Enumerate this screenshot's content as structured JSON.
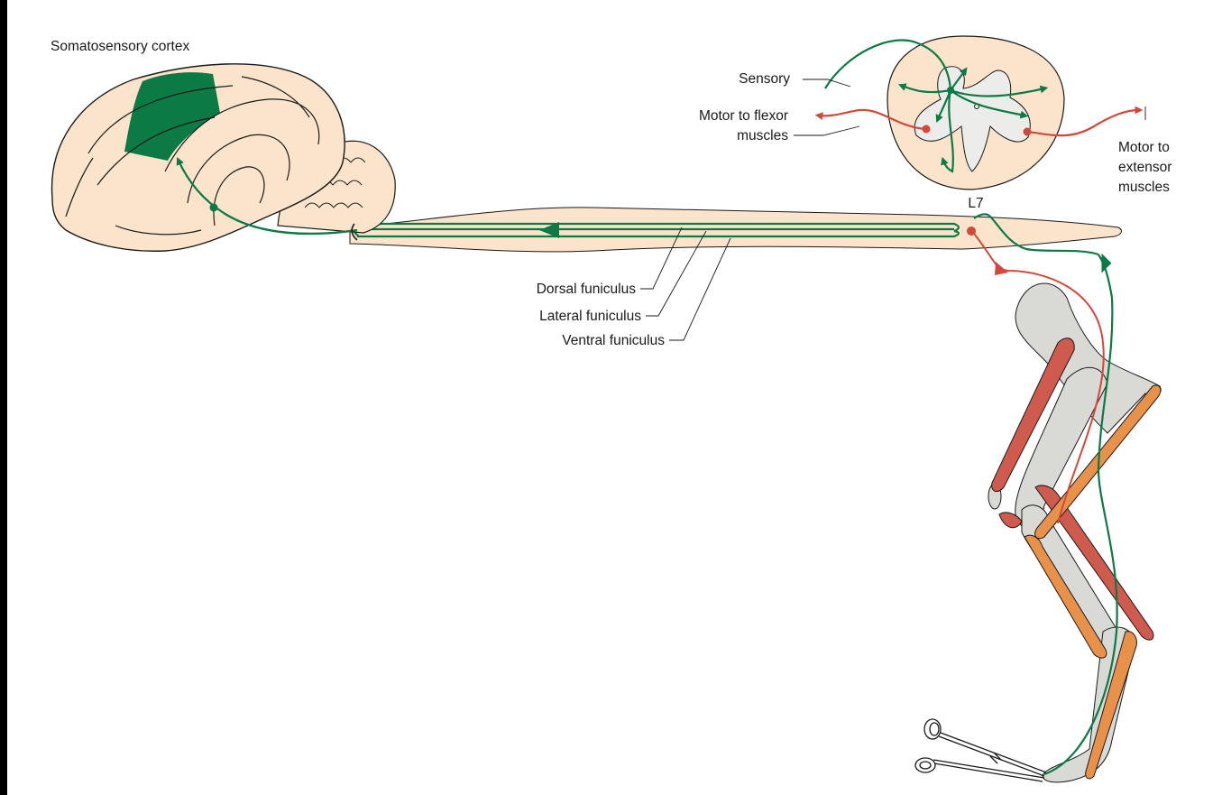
{
  "labels": {
    "somatosensory_cortex": "Somatosensory cortex",
    "sensory": "Sensory",
    "motor_flexor_line1": "Motor to flexor",
    "motor_flexor_line2": "muscles",
    "motor_extensor_line1": "Motor to",
    "motor_extensor_line2": "extensor",
    "motor_extensor_line3": "muscles",
    "segment": "L7",
    "dorsal_funiculus": "Dorsal funiculus",
    "lateral_funiculus": "Lateral funiculus",
    "ventral_funiculus": "Ventral funiculus"
  },
  "colors": {
    "background": "#000000",
    "tissue": "#fbe4cb",
    "sensory_pathway": "#0b7a45",
    "cortex_area": "#0b7a45",
    "motor_pathway": "#d0493a",
    "flexor_muscle": "#cf5a4e",
    "extensor_muscle": "#e8914a",
    "bone": "#d9d9d6",
    "grey_matter": "#ececea"
  },
  "icons": {
    "instrument": "forceps-icon"
  }
}
